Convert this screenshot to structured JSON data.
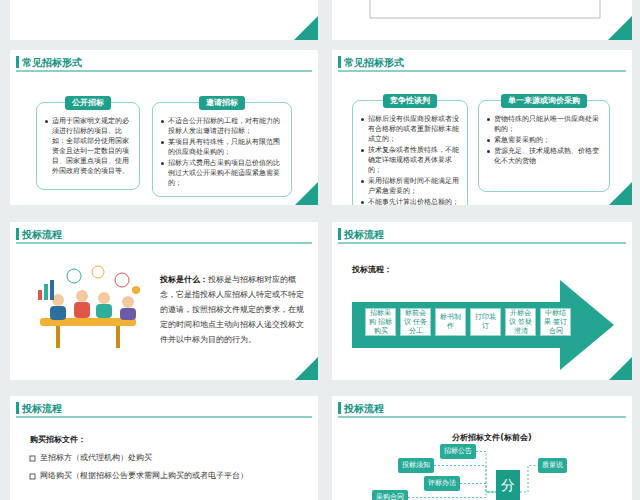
{
  "diagram": {
    "nodes": [
      {
        "text": [
          "常见招标形式"
        ]
      },
      {
        "text": [
          "公开招标",
          "适用于国家明文规定的必须进行招标的项目。比如：全部或部分使用国家资金且达到一定数目的项目、国家重点项目、使用外国政府资金的项目等。"
        ],
        "in": 0
      },
      {
        "text": [
          "邀请招标",
          "不适合公开招标的工程，对有能力的投标人发出邀请进行招标；",
          "某项目具有特殊性，只能从有限范围的供应商处采购的；",
          "招标方式费用占采购项目总价值的比例过大或公开采购不能适应紧急需要的；"
        ],
        "in": 0
      },
      {
        "text": [
          "常见招标形式"
        ]
      },
      {
        "text": [
          "竞争性谈判",
          "招标后没有供应商投标或者没有合格标的或者重新招标未能成立的；",
          "技术复杂或者性质特殊，不能确定详细规格或者具体要求的；",
          "采用招标所需时间不能满足用户紧急需要的；",
          "不能事先计算出价格总额的；"
        ],
        "in": 3
      },
      {
        "text": [
          "单一来源或询价采购",
          "货物特殊的只能从唯一供应商处采购的；",
          "紧急需要采购的；",
          "货源充足、技术规格成熟、价格变化不大的货物"
        ],
        "in": 3
      },
      {
        "text": [
          "投标流程",
          "投标是什么：",
          "投标是与招标相对应的概念，它是指投标人应招标人特定或不特定的邀请，按照招标文件规定的要求，在规定的时间和地点主动向招标人递交投标文件并以中标为目的的行为。"
        ]
      },
      {
        "text": [
          "投标流程",
          "投标流程："
        ]
      },
      {
        "text": [
          "招标采购 招标购买"
        ],
        "in": 7
      },
      {
        "text": [
          "标前会议 任务分工"
        ],
        "in": 7
      },
      {
        "text": [
          "标书制作"
        ],
        "in": 7
      },
      {
        "text": [
          "打印装订"
        ],
        "in": 7
      },
      {
        "text": [
          "开标会议 答疑澄清"
        ],
        "in": 7
      },
      {
        "text": [
          "中标结果 签订合同"
        ],
        "in": 7
      },
      {
        "text": [
          "投标流程",
          "购买招标文件：",
          "至招标方（或代理机构）处购买",
          "网络购买（根据招标公告要求需网上购买的或者电子平台）"
        ]
      },
      {
        "text": [
          "投标流程",
          "分析招标文件(标前会)"
        ]
      },
      {
        "text": [
          "投标须知"
        ],
        "in": 15
      },
      {
        "text": [
          "招标公告"
        ],
        "in": 15
      },
      {
        "text": [
          "评标办法"
        ],
        "in": 15
      },
      {
        "text": [
          "采购合同"
        ],
        "in": 15
      },
      {
        "text": [
          "分"
        ],
        "in": 15
      },
      {
        "text": [
          "质量说"
        ],
        "in": 15
      }
    ],
    "edges": [
      {
        "from": 16,
        "to": 20,
        "arrow": "none"
      },
      {
        "from": 17,
        "to": 20,
        "arrow": "none"
      },
      {
        "from": 18,
        "to": 20,
        "arrow": "none"
      },
      {
        "from": 19,
        "to": 20,
        "arrow": "none"
      },
      {
        "from": 20,
        "to": 21,
        "arrow": "none"
      }
    ]
  }
}
